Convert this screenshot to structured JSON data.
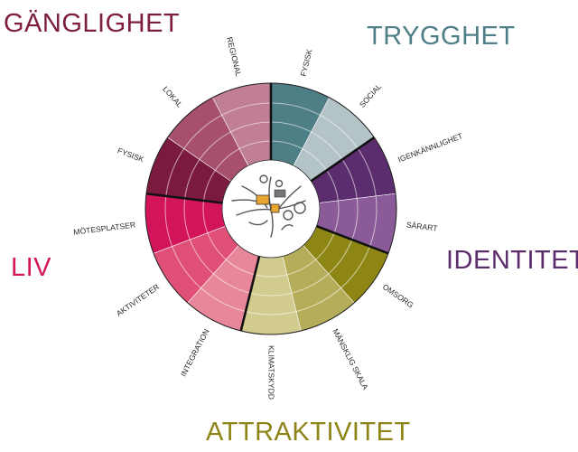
{
  "categories": [
    {
      "id": "ganglighet",
      "label": "GÄNGLIGHET",
      "color": "#7d1d3f"
    },
    {
      "id": "trygghet",
      "label": "TRYGGHET",
      "color": "#4e7f86"
    },
    {
      "id": "identitet",
      "label": "IDENTITET",
      "color": "#5b2d6d"
    },
    {
      "id": "liv",
      "label": "LIV",
      "color": "#d4175c"
    },
    {
      "id": "attraktivitet",
      "label": "ATTRAKTIVITET",
      "color": "#8d8415"
    }
  ],
  "segments": [
    {
      "id": "fysisk-trygghet",
      "label": "FYSISK",
      "category": "trygghet",
      "color": "#4e7f86"
    },
    {
      "id": "social",
      "label": "SOCIAL",
      "category": "trygghet",
      "color": "#b4c3c6"
    },
    {
      "id": "igenkannlighet",
      "label": "IGENKÄNNLIGHET",
      "category": "identitet",
      "color": "#5c2d6e"
    },
    {
      "id": "sarart",
      "label": "SÄRART",
      "category": "identitet",
      "color": "#8a5b98"
    },
    {
      "id": "omsorg",
      "label": "OMSORG",
      "category": "attraktivitet",
      "color": "#8e8614"
    },
    {
      "id": "mansklig-skala",
      "label": "MÄNSKLIG SKALA",
      "category": "attraktivitet",
      "color": "#b6ad5b"
    },
    {
      "id": "klimatskydd",
      "label": "KLIMATSKYDD",
      "category": "attraktivitet",
      "color": "#d2cb8f"
    },
    {
      "id": "integration",
      "label": "INTEGRATION",
      "category": "liv",
      "color": "#e8879a"
    },
    {
      "id": "aktiviteter",
      "label": "AKTIVITETER",
      "category": "liv",
      "color": "#e04f76"
    },
    {
      "id": "motesplatser",
      "label": "MÖTESPLATSER",
      "category": "liv",
      "color": "#d2145a"
    },
    {
      "id": "fysisk-ganglighet",
      "label": "FYSISK",
      "category": "ganglighet",
      "color": "#7b1a3f"
    },
    {
      "id": "lokal",
      "label": "LOKAL",
      "category": "ganglighet",
      "color": "#a6506d"
    },
    {
      "id": "regional",
      "label": "REGIONAL",
      "category": "ganglighet",
      "color": "#c07f95"
    }
  ]
}
